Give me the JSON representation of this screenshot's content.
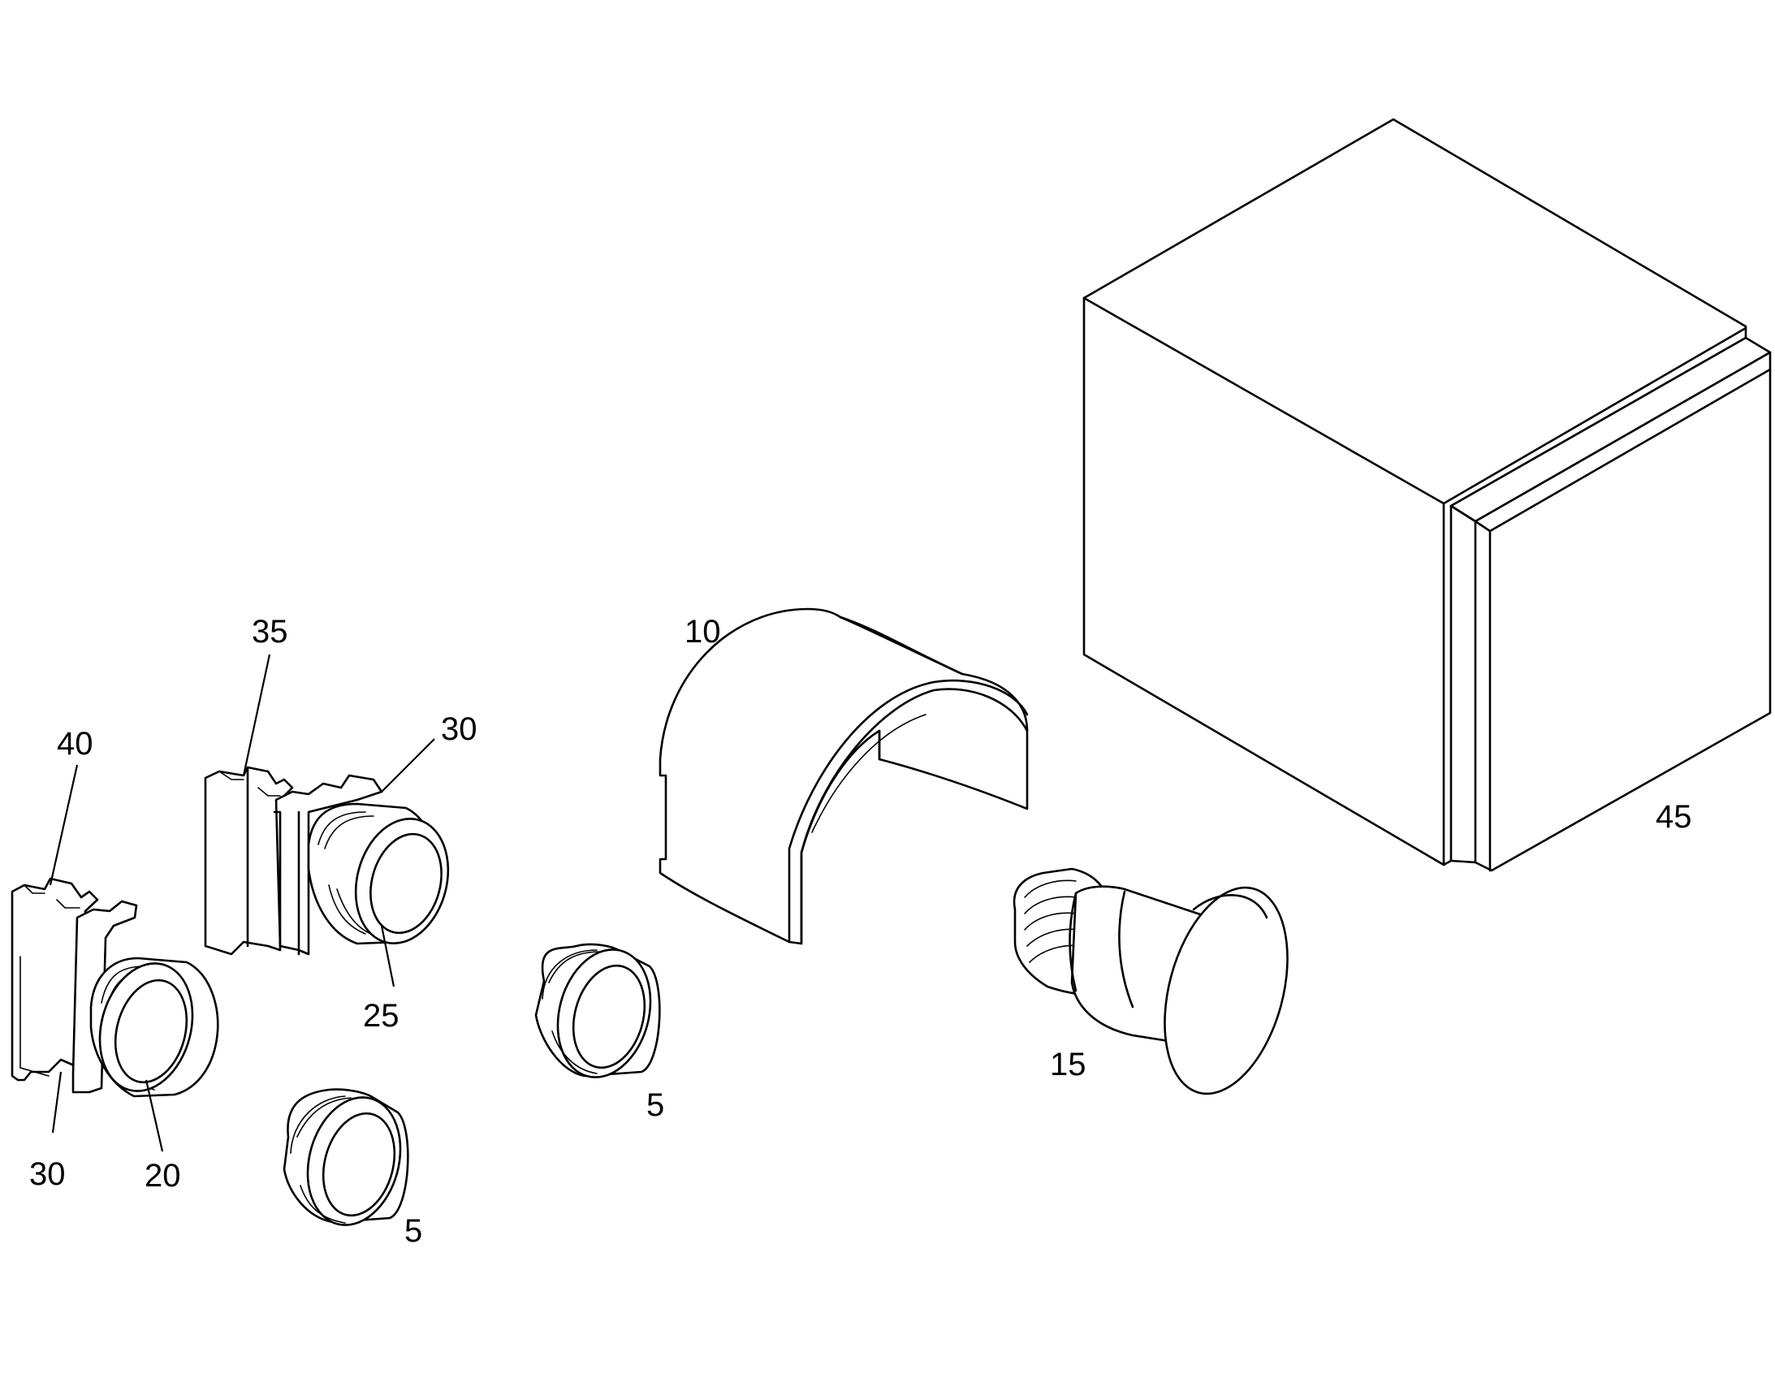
{
  "labels": {
    "l5a": "5",
    "l5b": "5",
    "l10": "10",
    "l15": "15",
    "l20": "20",
    "l25": "25",
    "l30a": "30",
    "l30b": "30",
    "l35": "35",
    "l40": "40",
    "l45": "45"
  },
  "line_color": "#000000",
  "background": "#ffffff"
}
